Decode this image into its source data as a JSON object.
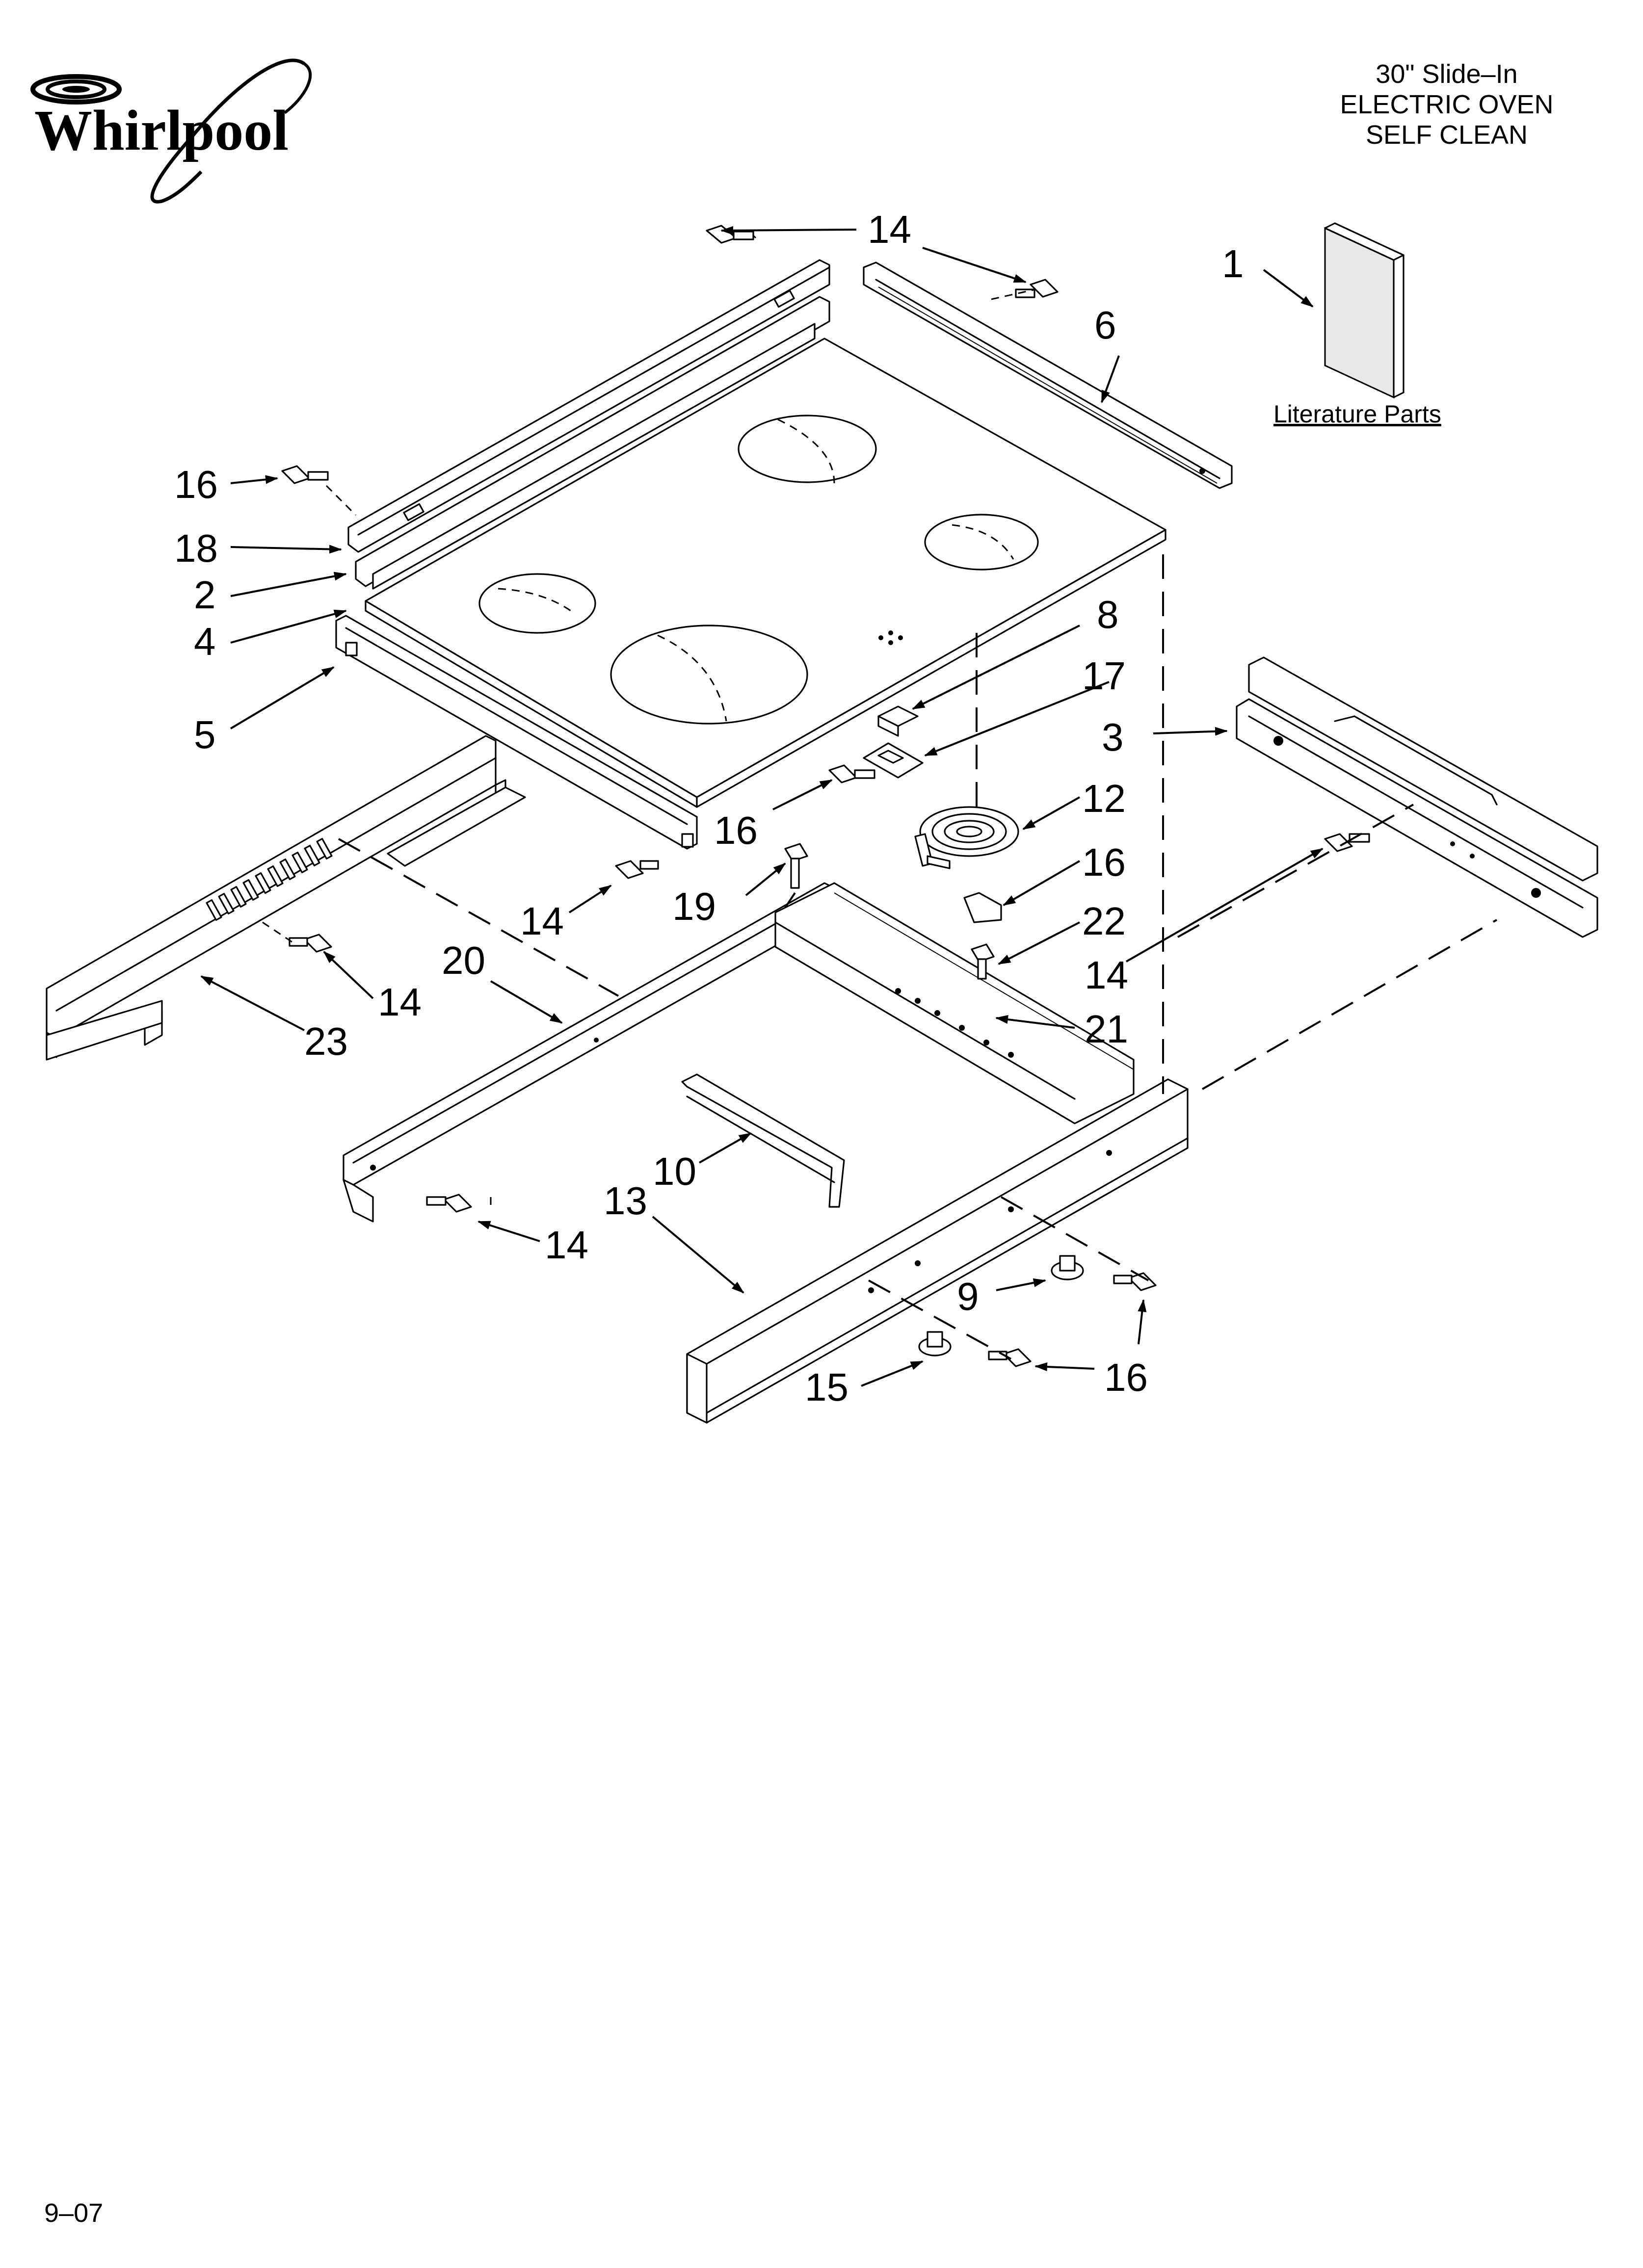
{
  "brand": {
    "logo_text": "Whirlpool"
  },
  "header": {
    "line1": "30\" Slide–In",
    "line2": "ELECTRIC OVEN",
    "line3": "SELF CLEAN"
  },
  "literature": {
    "label": "Literature Parts"
  },
  "footer": {
    "date": "9–07"
  },
  "callouts": [
    {
      "id": "c14a",
      "text": "14"
    },
    {
      "id": "c1",
      "text": "1"
    },
    {
      "id": "c6",
      "text": "6"
    },
    {
      "id": "c16a",
      "text": "16"
    },
    {
      "id": "c18",
      "text": "18"
    },
    {
      "id": "c2",
      "text": "2"
    },
    {
      "id": "c4",
      "text": "4"
    },
    {
      "id": "c5",
      "text": "5"
    },
    {
      "id": "c8",
      "text": "8"
    },
    {
      "id": "c17",
      "text": "17"
    },
    {
      "id": "c3",
      "text": "3"
    },
    {
      "id": "c16b",
      "text": "16"
    },
    {
      "id": "c12",
      "text": "12"
    },
    {
      "id": "c19",
      "text": "19"
    },
    {
      "id": "c14b",
      "text": "14"
    },
    {
      "id": "c16c",
      "text": "16"
    },
    {
      "id": "c22",
      "text": "22"
    },
    {
      "id": "c14c",
      "text": "14"
    },
    {
      "id": "c20",
      "text": "20"
    },
    {
      "id": "c14d",
      "text": "14"
    },
    {
      "id": "c21",
      "text": "21"
    },
    {
      "id": "c23",
      "text": "23"
    },
    {
      "id": "c10",
      "text": "10"
    },
    {
      "id": "c13",
      "text": "13"
    },
    {
      "id": "c14e",
      "text": "14"
    },
    {
      "id": "c9",
      "text": "9"
    },
    {
      "id": "c15",
      "text": "15"
    },
    {
      "id": "c16d",
      "text": "16"
    }
  ]
}
